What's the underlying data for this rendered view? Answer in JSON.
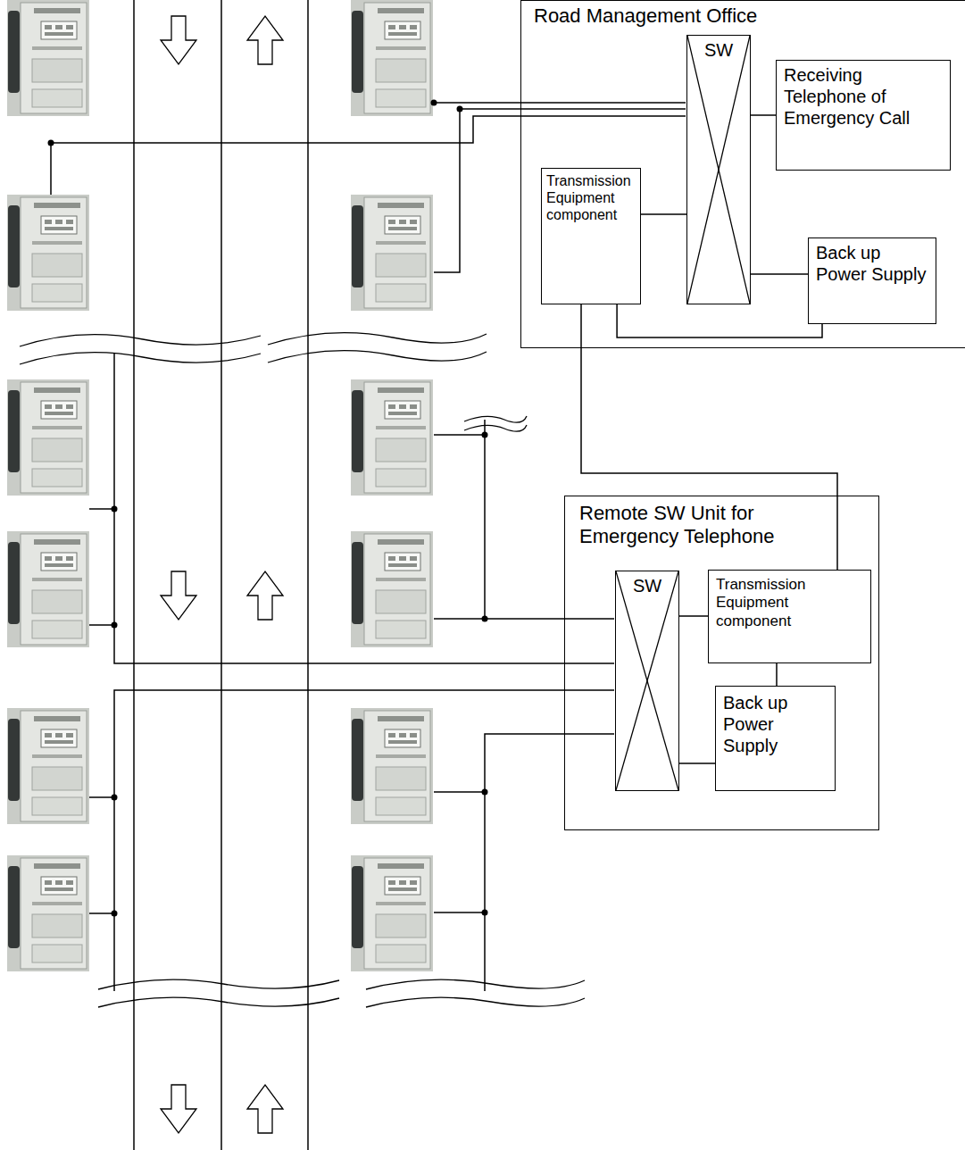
{
  "diagram": {
    "nodes": [
      {
        "text": [
          "Road Management Office"
        ]
      },
      {
        "text": [
          "SW"
        ],
        "in": 0
      },
      {
        "text": [
          "Receiving Telephone of Emergency Call"
        ],
        "in": 0
      },
      {
        "text": [
          "Transmission Equipment component"
        ],
        "in": 0
      },
      {
        "text": [
          "Back up Power Supply"
        ],
        "in": 0
      },
      {
        "text": [
          "Remote SW Unit for Emergency Telephone"
        ]
      },
      {
        "text": [
          "SW"
        ],
        "in": 5
      },
      {
        "text": [
          "Transmission Equipment component"
        ],
        "in": 5
      },
      {
        "text": [
          "Back up Power Supply"
        ],
        "in": 5
      }
    ],
    "edges": [
      {
        "from": 1,
        "to": 2,
        "arrow": "none"
      },
      {
        "from": 3,
        "to": 1,
        "arrow": "none"
      },
      {
        "from": 1,
        "to": 4,
        "arrow": "none"
      },
      {
        "from": 4,
        "to": 3,
        "arrow": "none"
      },
      {
        "from": 3,
        "to": 7,
        "arrow": "none"
      },
      {
        "from": 6,
        "to": 7,
        "arrow": "none"
      },
      {
        "from": 7,
        "to": 8,
        "arrow": "none"
      },
      {
        "from": 6,
        "to": 8,
        "arrow": "none"
      }
    ]
  }
}
